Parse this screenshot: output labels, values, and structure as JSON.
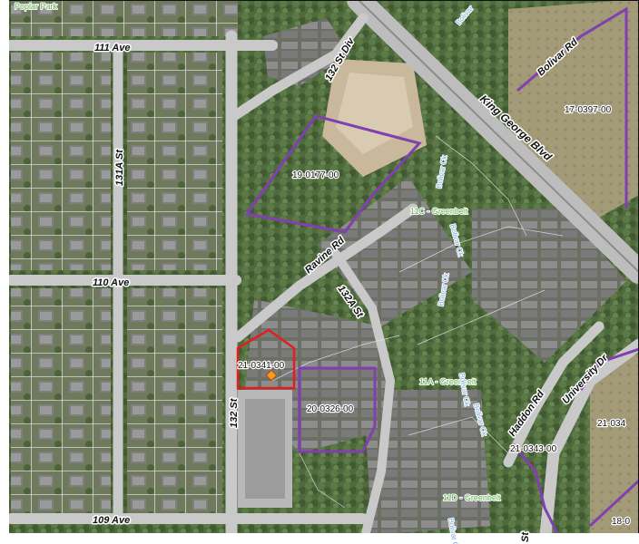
{
  "map": {
    "colors": {
      "parcel_outline": "#8040b0",
      "subject_outline": "#e02020",
      "marker": "#f0a020",
      "greenbelt_text": "#5fb04a",
      "creek_text": "#7aa9d6"
    },
    "streets": {
      "ave_111": "111 Ave",
      "ave_110": "110 Ave",
      "ave_109": "109 Ave",
      "st_131a": "131A St",
      "st_132": "132 St",
      "st_132_div": "132 St Div",
      "st_132a": "132A St",
      "ravine_rd": "Ravine Rd",
      "king_george_blvd": "King George Blvd",
      "bolivar_rd": "Bolivar Rd",
      "bolivar_small": "Bolivar",
      "haddon_rd": "Haddon Rd",
      "university_dr": "University Dr",
      "st_partial": "St"
    },
    "parks": {
      "poplar_park": "Poplar Park",
      "greenbelt_11c": "11C - Greenbelt",
      "greenbelt_11a": "11A - Greenbelt",
      "greenbelt_11d": "11D - Greenbelt"
    },
    "creeks": {
      "c1": "Bolivar Ck",
      "c2": "Bolivar Ck",
      "c3": "Bolivar Ck",
      "c4": "Bolivar Ck",
      "c5": "Bolivar Ck",
      "c6": "Bolivar Ck"
    },
    "parcels": {
      "p_17_0397": "17-0397-00",
      "p_19_0177": "19-0177-00",
      "p_21_0341": "21-0341-00",
      "p_20_0326": "20-0326-00",
      "p_21_0343": "21-0343-00",
      "p_21_034x": "21-034",
      "p_18_0": "18-0"
    }
  }
}
